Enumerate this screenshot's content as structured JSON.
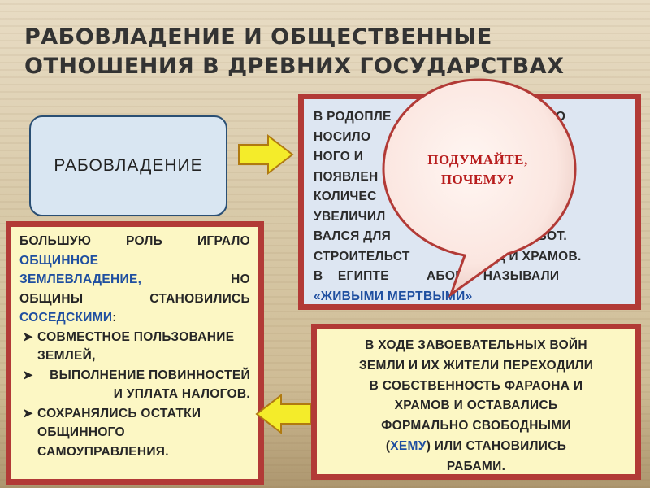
{
  "title": {
    "line1": "РАБОВЛАДЕНИЕ  И ОБЩЕСТВЕННЫЕ",
    "line2": "ОТНОШЕНИЯ  В  ДРЕВНИХ ГОСУДАРСТВАХ"
  },
  "main_box": {
    "label": "РАБОВЛАДЕНИЕ"
  },
  "right_panel": {
    "lines": [
      "В РОДОПЛЕ                              РАБСТВО",
      "НОСИЛО                               АРХАЛЬ-",
      "НОГО И                                   ОЛИ. С",
      "ПОЯВЛЕН                               ДАРСТВ",
      "КОЛИЧЕС                                  РЕЗКО",
      "УВЕЛИЧИЛ                               ПОЛЬЗО-",
      "ВАЛСЯ ДЛЯ                            ЫХ РАБОТ.",
      "СТРОИТЕЛЬСТ                       Д И ХРАМОВ.",
      "В    ЕГИПТЕ          АБОВ     НАЗЫВАЛИ"
    ],
    "emphasis": "«ЖИВЫМИ МЕРТВЫМИ»"
  },
  "bubble": {
    "line1": "ПОДУМАЙТЕ,",
    "line2": "ПОЧЕМУ?"
  },
  "left_panel": {
    "line1": "БОЛЬШУЮ  РОЛЬ  ИГРАЛО",
    "line2": "ОБЩИННОЕ",
    "line3a": "ЗЕМЛЕВЛАДЕНИЕ,",
    "line3b": "НО",
    "line4": "ОБЩИНЫ      СТАНОВИЛИСЬ",
    "line5": "СОСЕДСКИМИ",
    "line5_suffix": ":",
    "bullets": [
      "СОВМЕСТНОЕ ПОЛЬЗОВАНИЕ ЗЕМЛЕЙ,",
      "ВЫПОЛНЕНИЕ ПОВИННОСТЕЙ И УПЛАТА НАЛОГОВ.",
      "СОХРАНЯЛИСЬ ОСТАТКИ ОБЩИННОГО САМОУПРАВЛЕНИЯ."
    ]
  },
  "bottom_panel": {
    "line1": "В ХОДЕ ЗАВОЕВАТЕЛЬНЫХ ВОЙН",
    "line2": "ЗЕМЛИ И ИХ ЖИТЕЛИ ПЕРЕХОДИЛИ",
    "line3": "В СОБСТВЕННОСТЬ ФАРАОНА И",
    "line4": "ХРАМОВ И ОСТАВАЛИСЬ",
    "line5": "ФОРМАЛЬНО СВОБОДНЫМИ",
    "line6_pre": "(",
    "line6_blue": "ХЕМУ",
    "line6_post": ") ИЛИ СТАНОВИЛИСЬ",
    "line7": "РАБАМИ."
  },
  "colors": {
    "frame": "#b23a36",
    "arrow_fill": "#f4ec2a",
    "highlight_blue": "#1f4fa0",
    "bubble_text": "#b81d1d"
  }
}
